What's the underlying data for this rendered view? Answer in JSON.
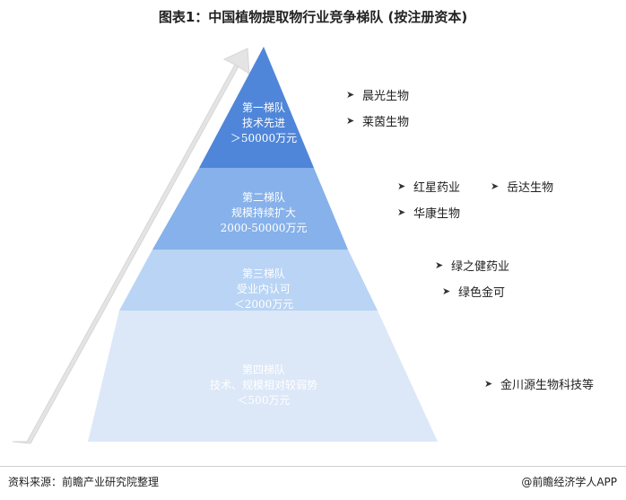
{
  "title": "图表1：中国植物提取物行业竞争梯队 (按注册资本)",
  "tiers": [
    {
      "name": "第一梯队",
      "desc": "技术先进",
      "range": "＞50000万元",
      "color": "#4f86d9"
    },
    {
      "name": "第二梯队",
      "desc": "规模持续扩大",
      "range": "2000-50000万元",
      "color": "#86b1ea"
    },
    {
      "name": "第三梯队",
      "desc": "受业内认可",
      "range": "＜2000万元",
      "color": "#b9d4f4"
    },
    {
      "name": "第四梯队",
      "desc": "技术、规模相对较弱势",
      "range": "＜500万元",
      "color": "#dce8f8"
    }
  ],
  "companies": {
    "tier1": [
      "晨光生物",
      "莱茵生物"
    ],
    "tier2": [
      "红星药业",
      "岳达生物",
      "华康生物"
    ],
    "tier3": [
      "绿之健药业",
      "绿色金可"
    ],
    "tier4": [
      "金川源生物科技等"
    ]
  },
  "bullet_icon": "arrow-right-icon",
  "footer": {
    "source": "资料来源：前瞻产业研究院整理",
    "brand": "@前瞻经济学人APP"
  }
}
